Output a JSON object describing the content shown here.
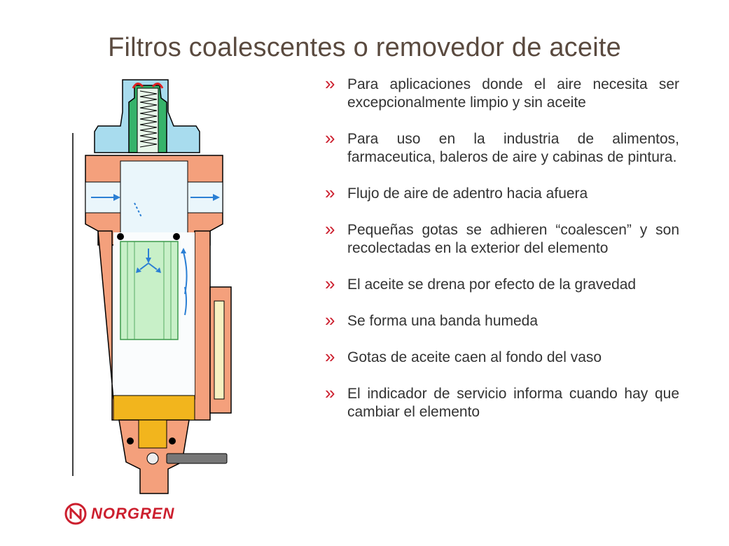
{
  "title": "Filtros coalescentes o removedor de aceite",
  "bullets": [
    {
      "marker": "»",
      "text": "Para aplicaciones donde el aire necesita ser excepcionalmente limpio y sin aceite"
    },
    {
      "marker": "»",
      "text": "Para uso en la industria de alimentos, farmaceutica, baleros de aire y cabinas de pintura."
    },
    {
      "marker": "»",
      "text": "Flujo de aire de adentro hacia afuera"
    },
    {
      "marker": "»",
      "text": "Pequeñas gotas se adhieren “coalescen” y son recolectadas en la exterior del elemento"
    },
    {
      "marker": "»",
      "text": "El aceite se drena por efecto de la gravedad"
    },
    {
      "marker": "»",
      "text": "Se forma una banda humeda"
    },
    {
      "marker": "»",
      "text": "Gotas de aceite caen al fondo del vaso"
    },
    {
      "marker": "»",
      "text": "El indicador de servicio informa cuando hay que cambiar el elemento"
    }
  ],
  "logo": {
    "text": "NORGREN",
    "icon": "norgren-logo-icon"
  },
  "colors": {
    "title": "#5a4a3f",
    "bullet_marker": "#cc1f2e",
    "body_text": "#333333",
    "housing": "#f4a07c",
    "cap": "#a8dcee",
    "spring_chamber": "#36b36a",
    "element": "#c8f0c8",
    "oil": "#f2b51d",
    "flow_arrow": "#2b7fd4",
    "brand": "#cc1f2e"
  }
}
